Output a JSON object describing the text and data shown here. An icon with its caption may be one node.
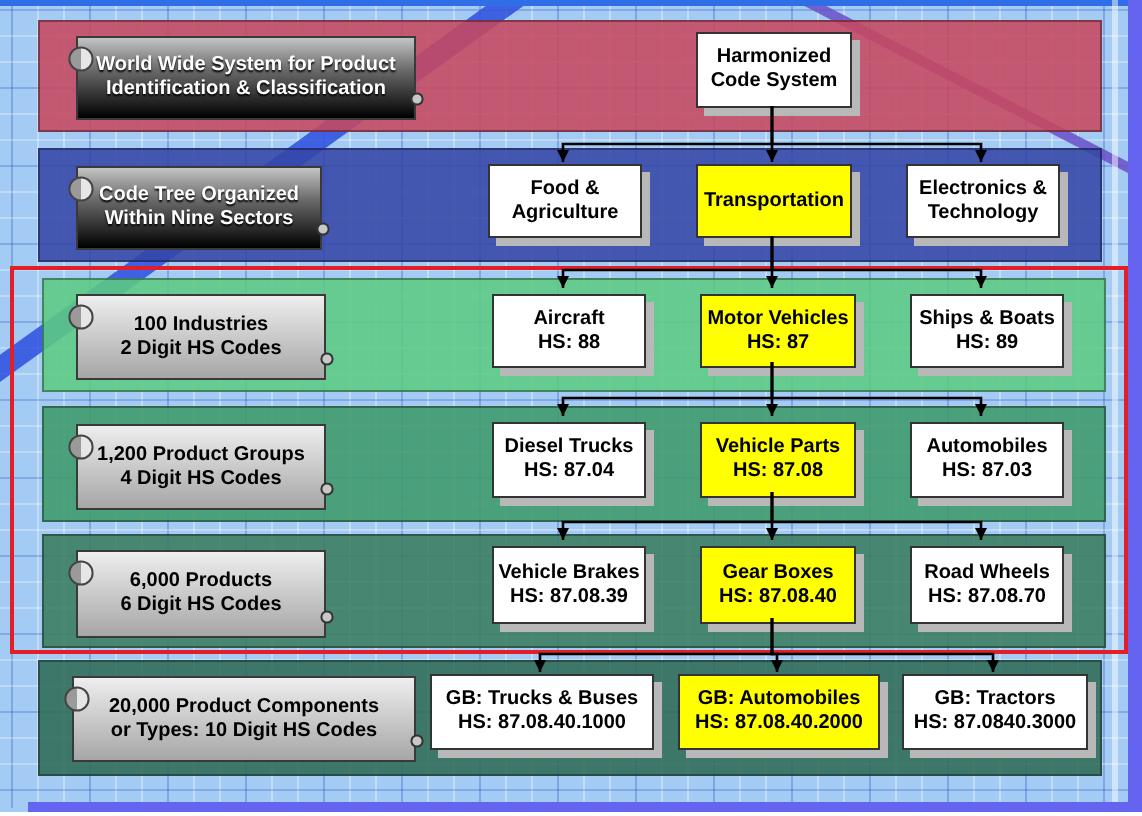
{
  "diagram": {
    "nodes": [
      {
        "text": [],
        "shape": "band"
      },
      {
        "text": [
          "World Wide System for Product Identification & Classification"
        ],
        "in": 0
      },
      {
        "text": [
          "Harmonized Code System"
        ],
        "in": 0
      },
      {
        "text": [],
        "shape": "band"
      },
      {
        "text": [
          "Code Tree Organized Within Nine Sectors"
        ],
        "in": 3
      },
      {
        "text": [
          "Food & Agriculture"
        ],
        "in": 3
      },
      {
        "text": [
          "Transportation"
        ],
        "in": 3
      },
      {
        "text": [
          "Electronics & Technology"
        ],
        "in": 3
      },
      {
        "text": [],
        "shape": "box"
      },
      {
        "text": [],
        "shape": "band",
        "in": 8
      },
      {
        "text": [
          "100 Industries",
          "2 Digit HS Codes"
        ],
        "in": 9
      },
      {
        "text": [
          "Aircraft",
          "HS: 88"
        ],
        "in": 9
      },
      {
        "text": [
          "Motor Vehicles",
          "HS: 87"
        ],
        "in": 9
      },
      {
        "text": [
          "Ships & Boats",
          "HS: 89"
        ],
        "in": 9
      },
      {
        "text": [],
        "shape": "band",
        "in": 8
      },
      {
        "text": [
          "1,200 Product Groups",
          "4 Digit HS Codes"
        ],
        "in": 14
      },
      {
        "text": [
          "Diesel Trucks",
          "HS: 87.04"
        ],
        "in": 14
      },
      {
        "text": [
          "Vehicle Parts",
          "HS: 87.08"
        ],
        "in": 14
      },
      {
        "text": [
          "Automobiles",
          "HS: 87.03"
        ],
        "in": 14
      },
      {
        "text": [],
        "shape": "band",
        "in": 8
      },
      {
        "text": [
          "6,000 Products",
          "6 Digit HS Codes"
        ],
        "in": 19
      },
      {
        "text": [
          "Vehicle Brakes",
          "HS: 87.08.39"
        ],
        "in": 19
      },
      {
        "text": [
          "Gear Boxes",
          "HS: 87.08.40"
        ],
        "in": 19
      },
      {
        "text": [
          "Road Wheels",
          "HS: 87.08.70"
        ],
        "in": 19
      },
      {
        "text": [],
        "shape": "band"
      },
      {
        "text": [
          "20,000 Product Components or Types: 10 Digit HS Codes"
        ],
        "in": 24
      },
      {
        "text": [
          "GB: Trucks & Buses",
          "HS: 87.08.40.1000"
        ],
        "in": 24
      },
      {
        "text": [
          "GB: Automobiles",
          "HS: 87.08.40.2000"
        ],
        "in": 24
      },
      {
        "text": [
          "GB: Tractors",
          "HS: 87.0840.3000"
        ],
        "in": 24
      }
    ],
    "edges": [
      {
        "from": 2,
        "to": 5,
        "arrow": "to"
      },
      {
        "from": 2,
        "to": 6,
        "arrow": "to"
      },
      {
        "from": 2,
        "to": 7,
        "arrow": "to"
      },
      {
        "from": 6,
        "to": 11,
        "arrow": "to"
      },
      {
        "from": 6,
        "to": 12,
        "arrow": "to"
      },
      {
        "from": 6,
        "to": 13,
        "arrow": "to"
      },
      {
        "from": 12,
        "to": 16,
        "arrow": "to"
      },
      {
        "from": 12,
        "to": 17,
        "arrow": "to"
      },
      {
        "from": 12,
        "to": 18,
        "arrow": "to"
      },
      {
        "from": 17,
        "to": 21,
        "arrow": "to"
      },
      {
        "from": 17,
        "to": 22,
        "arrow": "to"
      },
      {
        "from": 17,
        "to": 23,
        "arrow": "to"
      },
      {
        "from": 22,
        "to": 26,
        "arrow": "to"
      },
      {
        "from": 22,
        "to": 27,
        "arrow": "to"
      },
      {
        "from": 22,
        "to": 28,
        "arrow": "to"
      }
    ]
  }
}
